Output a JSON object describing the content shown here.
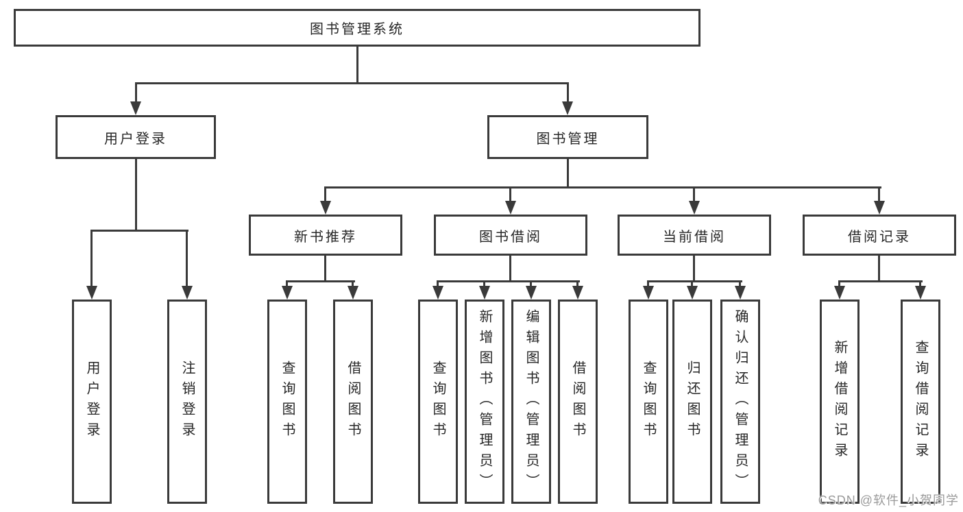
{
  "root": {
    "label": "图书管理系统"
  },
  "level2": [
    {
      "label": "用户登录"
    },
    {
      "label": "图书管理"
    }
  ],
  "level3": [
    {
      "label": "新书推荐"
    },
    {
      "label": "图书借阅"
    },
    {
      "label": "当前借阅"
    },
    {
      "label": "借阅记录"
    }
  ],
  "leaves": {
    "user_login": [
      {
        "label": "用户登录"
      },
      {
        "label": "注销登录"
      }
    ],
    "new_book": [
      {
        "label": "查询图书"
      },
      {
        "label": "借阅图书"
      }
    ],
    "book_borrow": [
      {
        "label": "查询图书"
      },
      {
        "label": "新增图书（管理员）"
      },
      {
        "label": "编辑图书（管理员）"
      },
      {
        "label": "借阅图书"
      }
    ],
    "current_borrow": [
      {
        "label": "查询图书"
      },
      {
        "label": "归还图书"
      },
      {
        "label": "确认归还（管理员）"
      }
    ],
    "borrow_record": [
      {
        "label": "新增借阅记录"
      },
      {
        "label": "查询借阅记录"
      }
    ]
  },
  "watermark": {
    "text": "CSDN @软件_小贺同学"
  },
  "style": {
    "line_color": "#3a3a3a",
    "text_color": "#262626",
    "watermark_color": "#9a9a9a",
    "background": "#ffffff"
  }
}
